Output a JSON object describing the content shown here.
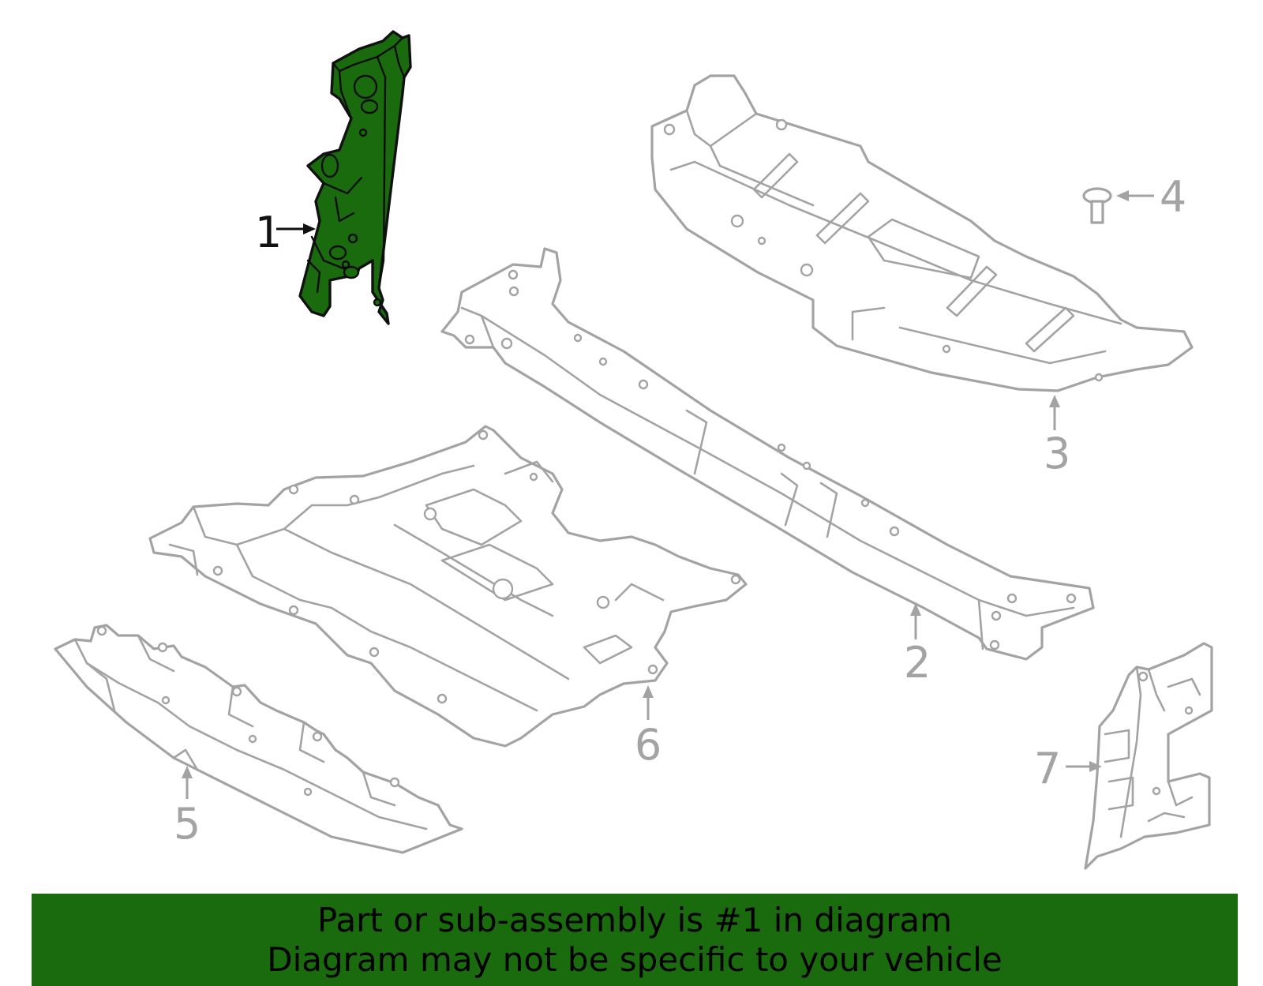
{
  "callouts": [
    "1",
    "2",
    "3",
    "4",
    "5",
    "6",
    "7"
  ],
  "highlighted_part": "1",
  "colors": {
    "highlight_fill": "#1a6b0e",
    "outline_grey": "#a3a3a3",
    "banner_background": "#1a6b0e",
    "banner_text": "#000000"
  },
  "banner": {
    "line1": "Part or sub-assembly is #1 in diagram",
    "line2": "Diagram may not be specific to your vehicle"
  }
}
